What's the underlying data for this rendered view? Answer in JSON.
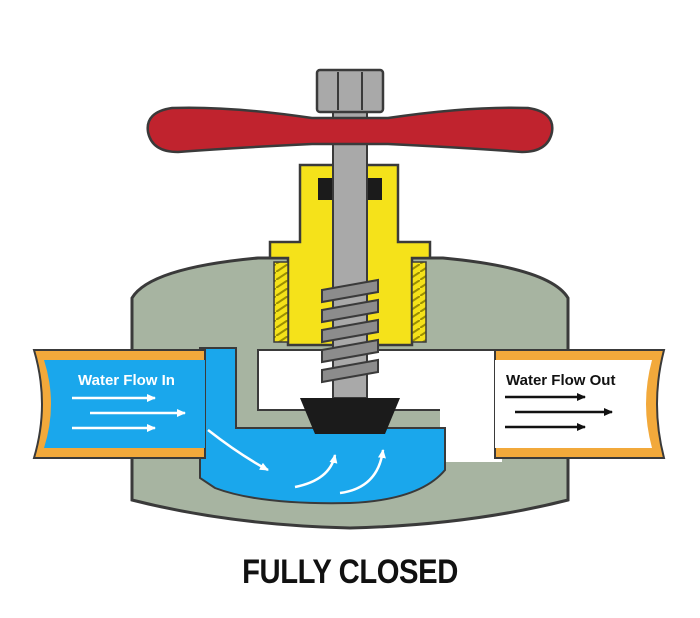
{
  "labels": {
    "flow_in": "Water Flow In",
    "flow_out": "Water Flow Out",
    "state": "FULLY CLOSED"
  },
  "colors": {
    "body": "#a7b4a1",
    "body_stroke": "#3a3a3a",
    "water": "#1aa7ec",
    "pipe": "#f2a93b",
    "bonnet": "#f5e21a",
    "bonnet_dark": "#b9a800",
    "handle": "#c0232e",
    "stem": "#a9a9a9",
    "stem_dark": "#555555",
    "washer": "#1b1b1b"
  },
  "icons": [
    "flow-arrow",
    "hex-nut",
    "t-handle",
    "valve-stem",
    "washer-disc"
  ]
}
